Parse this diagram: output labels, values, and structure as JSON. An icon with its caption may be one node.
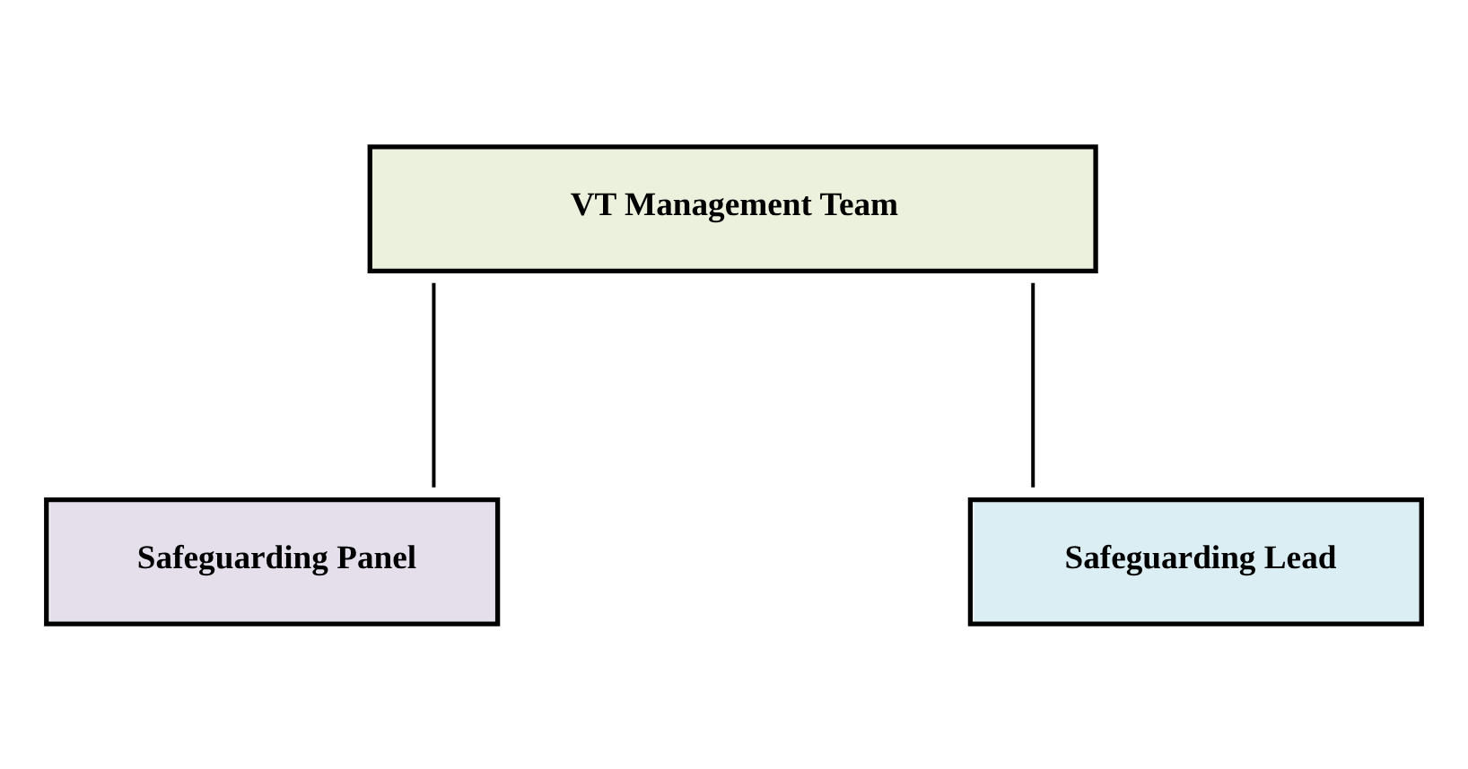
{
  "diagram": {
    "nodes": [
      {
        "text": [
          "VT Management Team"
        ]
      },
      {
        "text": [
          "Safeguarding Panel"
        ]
      },
      {
        "text": [
          "Safeguarding Lead"
        ]
      }
    ],
    "edges": [
      {
        "from": 0,
        "to": 1,
        "arrow": "none"
      },
      {
        "from": 0,
        "to": 2,
        "arrow": "none"
      }
    ]
  }
}
